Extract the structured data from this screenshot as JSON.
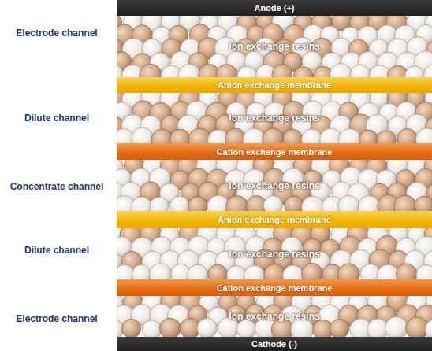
{
  "diagram": {
    "nodes": [
      {
        "text": [
          "Anode (+)"
        ]
      },
      {
        "text": [
          "Ion exchange resins"
        ]
      },
      {
        "text": [
          "Anion exchange membrane"
        ]
      },
      {
        "text": [
          "Ion exchange resins"
        ]
      },
      {
        "text": [
          "Cation exchange membrane"
        ]
      },
      {
        "text": [
          "Ion exchange resins"
        ]
      },
      {
        "text": [
          "Anion exchange membrane"
        ]
      },
      {
        "text": [
          "Ion exchange resins"
        ]
      },
      {
        "text": [
          "Cation exchange membrane"
        ]
      },
      {
        "text": [
          "Ion exchange resins"
        ]
      },
      {
        "text": [
          "Cathode (-)"
        ]
      }
    ],
    "labels": [
      "Electrode channel",
      "Dilute channel",
      "Concentrate channel",
      "Dilute channel",
      "Electrode channel"
    ]
  }
}
